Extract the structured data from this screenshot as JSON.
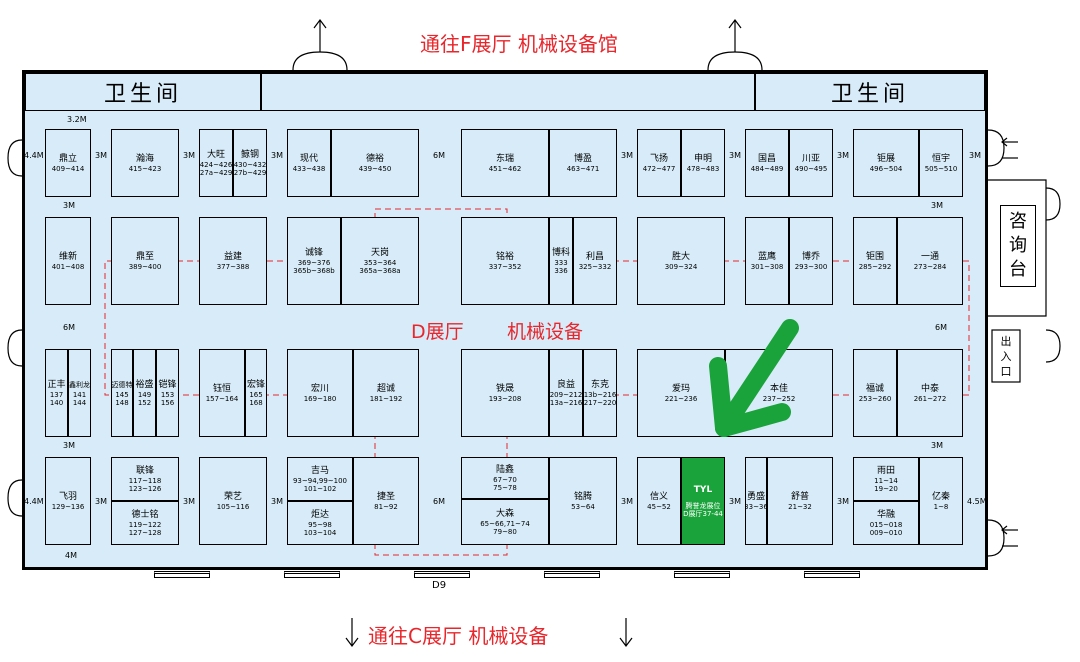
{
  "top_label": "通往F展厅 机械设备馆",
  "bottom_label": "通往C展厅  机械设备",
  "center_label_left": "D展厅",
  "center_label_right": "机械设备",
  "restroom": "卫生间",
  "consult": [
    "咨",
    "询",
    "台"
  ],
  "exit": [
    "出",
    "入",
    "口"
  ],
  "gate": "D9",
  "tyl_logo": "TYL",
  "tyl_line1": "腾誉龙展位",
  "tyl_line2": "D展厅37-44",
  "colors": {
    "hall_fill": "#d7ecf8",
    "accent_red": "#e8262b",
    "highlight_green": "#1aa33a"
  },
  "dims": {
    "d32": "3.2M",
    "d44": "4.4M",
    "d3": "3M",
    "d6": "6M",
    "d4": "4M",
    "d45": "4.5M"
  },
  "booths": {
    "dingli": {
      "n": "鼎立",
      "r": "409~414"
    },
    "hanhai": {
      "n": "瀚海",
      "r": "415~423"
    },
    "dawang": {
      "n": "大旺",
      "r": "424~426",
      "r2": "427a~429a"
    },
    "xingang": {
      "n": "鲸钢",
      "r": "430~432",
      "r2": "427b~429b"
    },
    "xiandai": {
      "n": "现代",
      "r": "433~438"
    },
    "deyu": {
      "n": "德裕",
      "r": "439~450"
    },
    "dongrui": {
      "n": "东瑞",
      "r": "451~462"
    },
    "boying": {
      "n": "博盈",
      "r": "463~471"
    },
    "feiyang": {
      "n": "飞扬",
      "r": "472~477"
    },
    "shenming": {
      "n": "申明",
      "r": "478~483"
    },
    "guochang": {
      "n": "国昌",
      "r": "484~489"
    },
    "chuanya": {
      "n": "川亚",
      "r": "490~495"
    },
    "juzhan": {
      "n": "钜展",
      "r": "496~504"
    },
    "hengyu": {
      "n": "恒宇",
      "r": "505~510"
    },
    "weixin": {
      "n": "维新",
      "r": "401~408"
    },
    "dingzhi": {
      "n": "鼎至",
      "r": "389~400"
    },
    "yijian": {
      "n": "益建",
      "r": "377~388"
    },
    "chengfeng": {
      "n": "诚锋",
      "r": "369~376",
      "r2": "365b~368b"
    },
    "tiangang": {
      "n": "天岗",
      "r": "353~364",
      "r2": "365a~368a"
    },
    "mingyu": {
      "n": "铭裕",
      "r": "337~352"
    },
    "boke": {
      "n": "博科",
      "r": "333",
      "r2": "336"
    },
    "lichang": {
      "n": "利昌",
      "r": "325~332"
    },
    "shengda": {
      "n": "胜大",
      "r": "309~324"
    },
    "lanying": {
      "n": "蓝鹰",
      "r": "301~308"
    },
    "boqiao": {
      "n": "博乔",
      "r": "293~300"
    },
    "juwei": {
      "n": "钜围",
      "r": "285~292"
    },
    "yitong": {
      "n": "一通",
      "r": "273~284"
    },
    "zhengfeng": {
      "n": "正丰",
      "r": "137",
      "r2": "140"
    },
    "xinlilong": {
      "n": "鑫利龙",
      "r": "141",
      "r2": "144"
    },
    "hongde": {
      "n": "迈德特",
      "r": "145",
      "r2": "148"
    },
    "yusheng": {
      "n": "裕盛",
      "r": "149",
      "r2": "152"
    },
    "kaifeng": {
      "n": "铠锋",
      "r": "153",
      "r2": "156"
    },
    "yuheng": {
      "n": "钰恒",
      "r": "157~164"
    },
    "hongfeng": {
      "n": "宏锋",
      "r": "165",
      "r2": "168"
    },
    "hongchuan": {
      "n": "宏川",
      "r": "169~180"
    },
    "chaocheng": {
      "n": "超诚",
      "r": "181~192"
    },
    "tiesheng": {
      "n": "铁晟",
      "r": "193~208"
    },
    "liangyi": {
      "n": "良益",
      "r": "209~212",
      "r2": "213a~216a"
    },
    "dongke": {
      "n": "东克",
      "r": "213b~216b",
      "r2": "217~220"
    },
    "aima": {
      "n": "爱玛",
      "r": "221~236"
    },
    "benjia": {
      "n": "本佳",
      "r": "237~252"
    },
    "fucheng": {
      "n": "福诚",
      "r": "253~260"
    },
    "zhongtai": {
      "n": "中泰",
      "r": "261~272"
    },
    "feiyu": {
      "n": "飞羽",
      "r": "129~136"
    },
    "lianfeng": {
      "n": "联锋",
      "r": "117~118",
      "r2": "123~126"
    },
    "deshiming": {
      "n": "德士铭",
      "r": "119~122",
      "r2": "127~128"
    },
    "rongyi": {
      "n": "荣艺",
      "r": "105~116"
    },
    "jima": {
      "n": "吉马",
      "r": "93~94,99~100",
      "r2": "101~102"
    },
    "juda": {
      "n": "炬达",
      "r": "95~98",
      "r2": "103~104"
    },
    "jiesheng": {
      "n": "捷圣",
      "r": "81~92"
    },
    "longxin": {
      "n": "陆鑫",
      "r": "67~70",
      "r2": "75~78"
    },
    "dasen": {
      "n": "大森",
      "r": "65~66,71~74",
      "r2": "79~80"
    },
    "mingteng": {
      "n": "铭腾",
      "r": "53~64"
    },
    "xinyi": {
      "n": "信义",
      "r": "45~52"
    },
    "yongsheng": {
      "n": "勇盛",
      "r": "33~36"
    },
    "shupu": {
      "n": "舒普",
      "r": "21~32"
    },
    "yutian": {
      "n": "雨田",
      "r": "11~14",
      "r2": "19~20"
    },
    "huarong": {
      "n": "华融",
      "r": "015~018",
      "r2": "009~010"
    },
    "yiqin": {
      "n": "亿秦",
      "r": "1~8"
    }
  }
}
